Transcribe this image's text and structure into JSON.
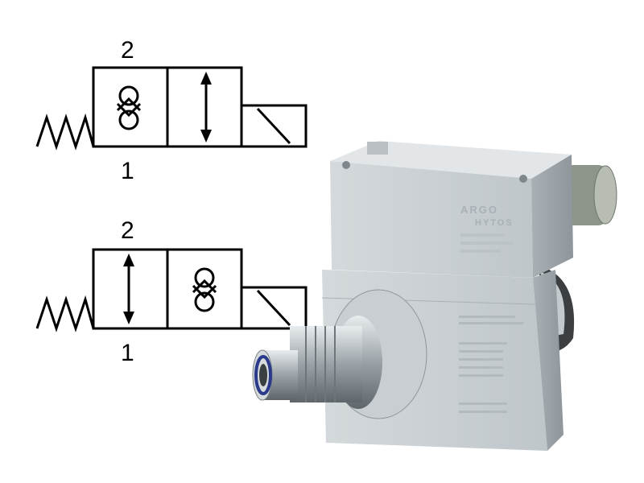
{
  "symbols": [
    {
      "port_top": "2",
      "port_bottom": "1",
      "left_cell": "check-valve",
      "right_cell": "flow-arrow-bidirectional",
      "actuator": "solenoid",
      "return": "spring"
    },
    {
      "port_top": "2",
      "port_bottom": "1",
      "left_cell": "flow-arrow-bidirectional",
      "right_cell": "check-valve",
      "actuator": "solenoid",
      "return": "spring"
    }
  ],
  "product": {
    "logo_line1": "ARGO",
    "logo_line2": "HYTOS",
    "body_color": "#c9cfd3",
    "seal_color": "#2a3a8a"
  }
}
